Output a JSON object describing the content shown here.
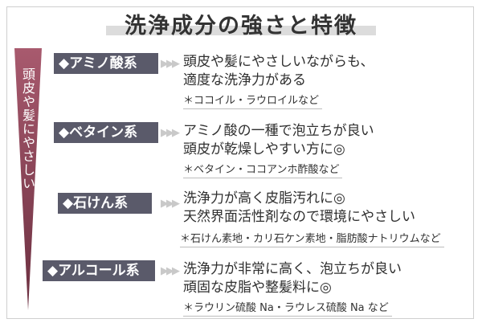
{
  "title": "洗浄成分の強さと特徴",
  "side_label": "頭皮や髪にやさしい",
  "arrow_glyphs": "▶▶▶",
  "items": [
    {
      "label": "◆アミノ酸系",
      "lines": [
        "頭皮や髪にやさしいながらも、",
        "適度な洗浄力がある"
      ],
      "note": "＊ココイル・ラウロイルなど"
    },
    {
      "label": "◆ベタイン系",
      "lines": [
        "アミノ酸の一種で泡立ちが良い",
        "頭皮が乾燥しやすい方に◎"
      ],
      "note": "＊ベタイン・ココアンホ酢酸など"
    },
    {
      "label": "◆石けん系",
      "lines": [
        "洗浄力が高く皮脂汚れに◎",
        "天然界面活性剤なので環境にやさしい"
      ],
      "note": "＊石けん素地・カリ石ケン素地・脂肪酸ナトリウムなど"
    },
    {
      "label": "◆アルコール系",
      "lines": [
        "洗浄力が非常に高く、泡立ちが良い",
        "頑固な皮脂や整髪料に◎"
      ],
      "note": "＊ラウリン硫酸 Na・ラウレス硫酸 Na など"
    }
  ],
  "colors": {
    "label_bg": "#5a5a6a",
    "wedge_top": "#a85a6e",
    "wedge_bottom": "#6b2f40"
  }
}
